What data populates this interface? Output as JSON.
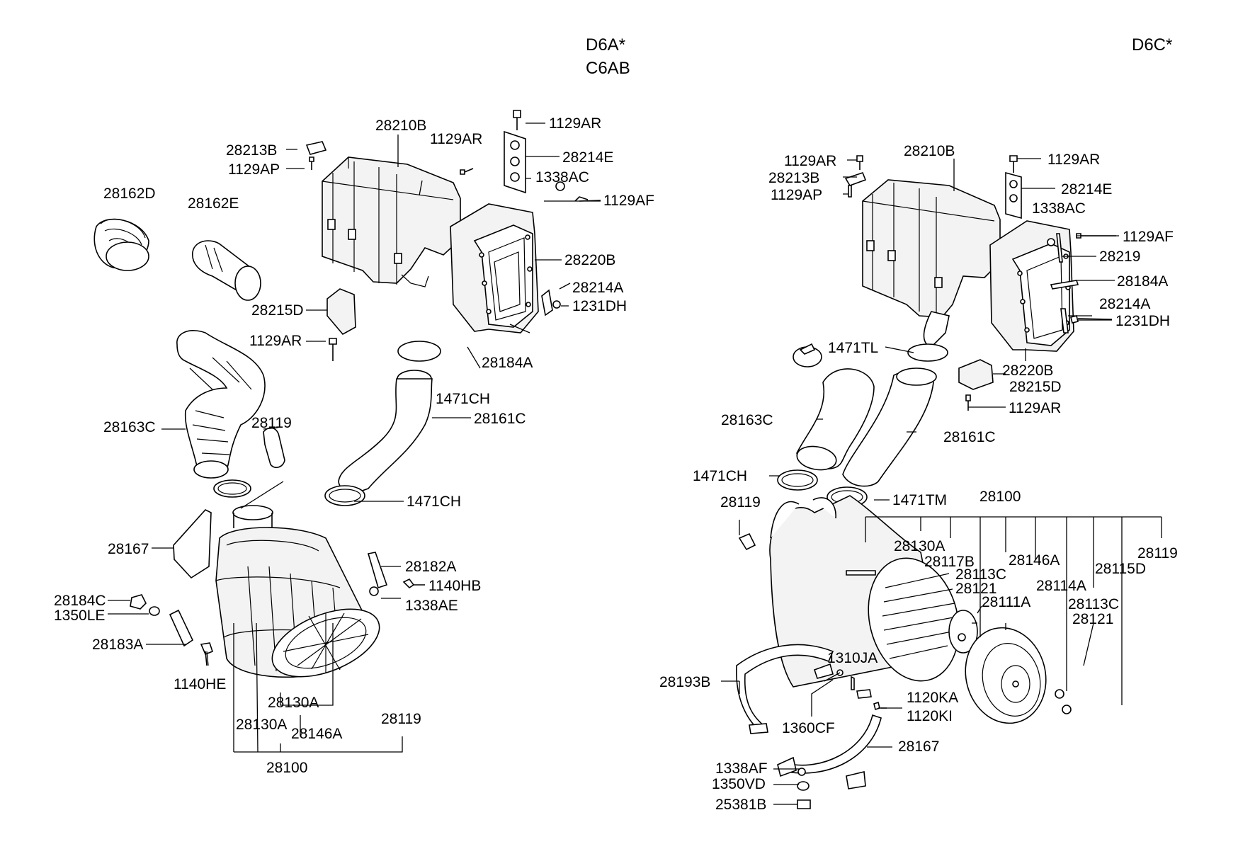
{
  "headers": {
    "left": [
      "D6A*",
      "C6AB"
    ],
    "right": [
      "D6C*"
    ]
  },
  "labels": {
    "l_28210B": "28210B",
    "l_1129AR_top": "1129AR",
    "l_28213B": "28213B",
    "l_1129AP": "1129AP",
    "l_1129AR_mid": "1129AR",
    "l_28214E": "28214E",
    "l_1338AC": "1338AC",
    "l_1129AF": "1129AF",
    "l_28162D": "28162D",
    "l_28162E": "28162E",
    "l_28220B": "28220B",
    "l_28214A": "28214A",
    "l_1231DH": "1231DH",
    "l_28215D": "28215D",
    "l_1129AR_low": "1129AR",
    "l_28184A": "28184A",
    "l_1471CH_a": "1471CH",
    "l_28161C": "28161C",
    "l_28163C": "28163C",
    "l_28119_a": "28119",
    "l_1471CH_b": "1471CH",
    "l_28167": "28167",
    "l_28182A": "28182A",
    "l_1140HB": "1140HB",
    "l_1338AE": "1338AE",
    "l_28184C": "28184C",
    "l_1350LE": "1350LE",
    "l_28183A": "28183A",
    "l_1140HE": "1140HE",
    "l_28130A_a": "28130A",
    "l_28130A_b": "28130A",
    "l_28146A": "28146A",
    "l_28119_b": "28119",
    "l_28100": "28100",
    "r_1129AR_a": "1129AR",
    "r_28213B": "28213B",
    "r_1129AP": "1129AP",
    "r_28210B": "28210B",
    "r_1129AR_b": "1129AR",
    "r_28214E": "28214E",
    "r_1338AC": "1338AC",
    "r_1129AF": "1129AF",
    "r_28219": "28219",
    "r_28184A": "28184A",
    "r_28214A": "28214A",
    "r_1231DH": "1231DH",
    "r_1471TL": "1471TL",
    "r_28220B": "28220B",
    "r_28215D": "28215D",
    "r_1129AR_c": "1129AR",
    "r_28163C": "28163C",
    "r_28161C": "28161C",
    "r_1471CH": "1471CH",
    "r_1471TM": "1471TM",
    "r_28100": "28100",
    "r_28119_a": "28119",
    "r_28130A": "28130A",
    "r_28117B": "28117B",
    "r_28113C_a": "28113C",
    "r_28121_a": "28121",
    "r_28146A": "28146A",
    "r_28111A": "28111A",
    "r_28114A": "28114A",
    "r_28113C_b": "28113C",
    "r_28121_b": "28121",
    "r_28115D": "28115D",
    "r_28119_b": "28119",
    "r_1310JA": "1310JA",
    "r_28193B": "28193B",
    "r_1120KA": "1120KA",
    "r_1120KI": "1120KI",
    "r_1360CF": "1360CF",
    "r_28167": "28167",
    "r_1338AF": "1338AF",
    "r_1350VD": "1350VD",
    "r_25381B": "25381B"
  }
}
